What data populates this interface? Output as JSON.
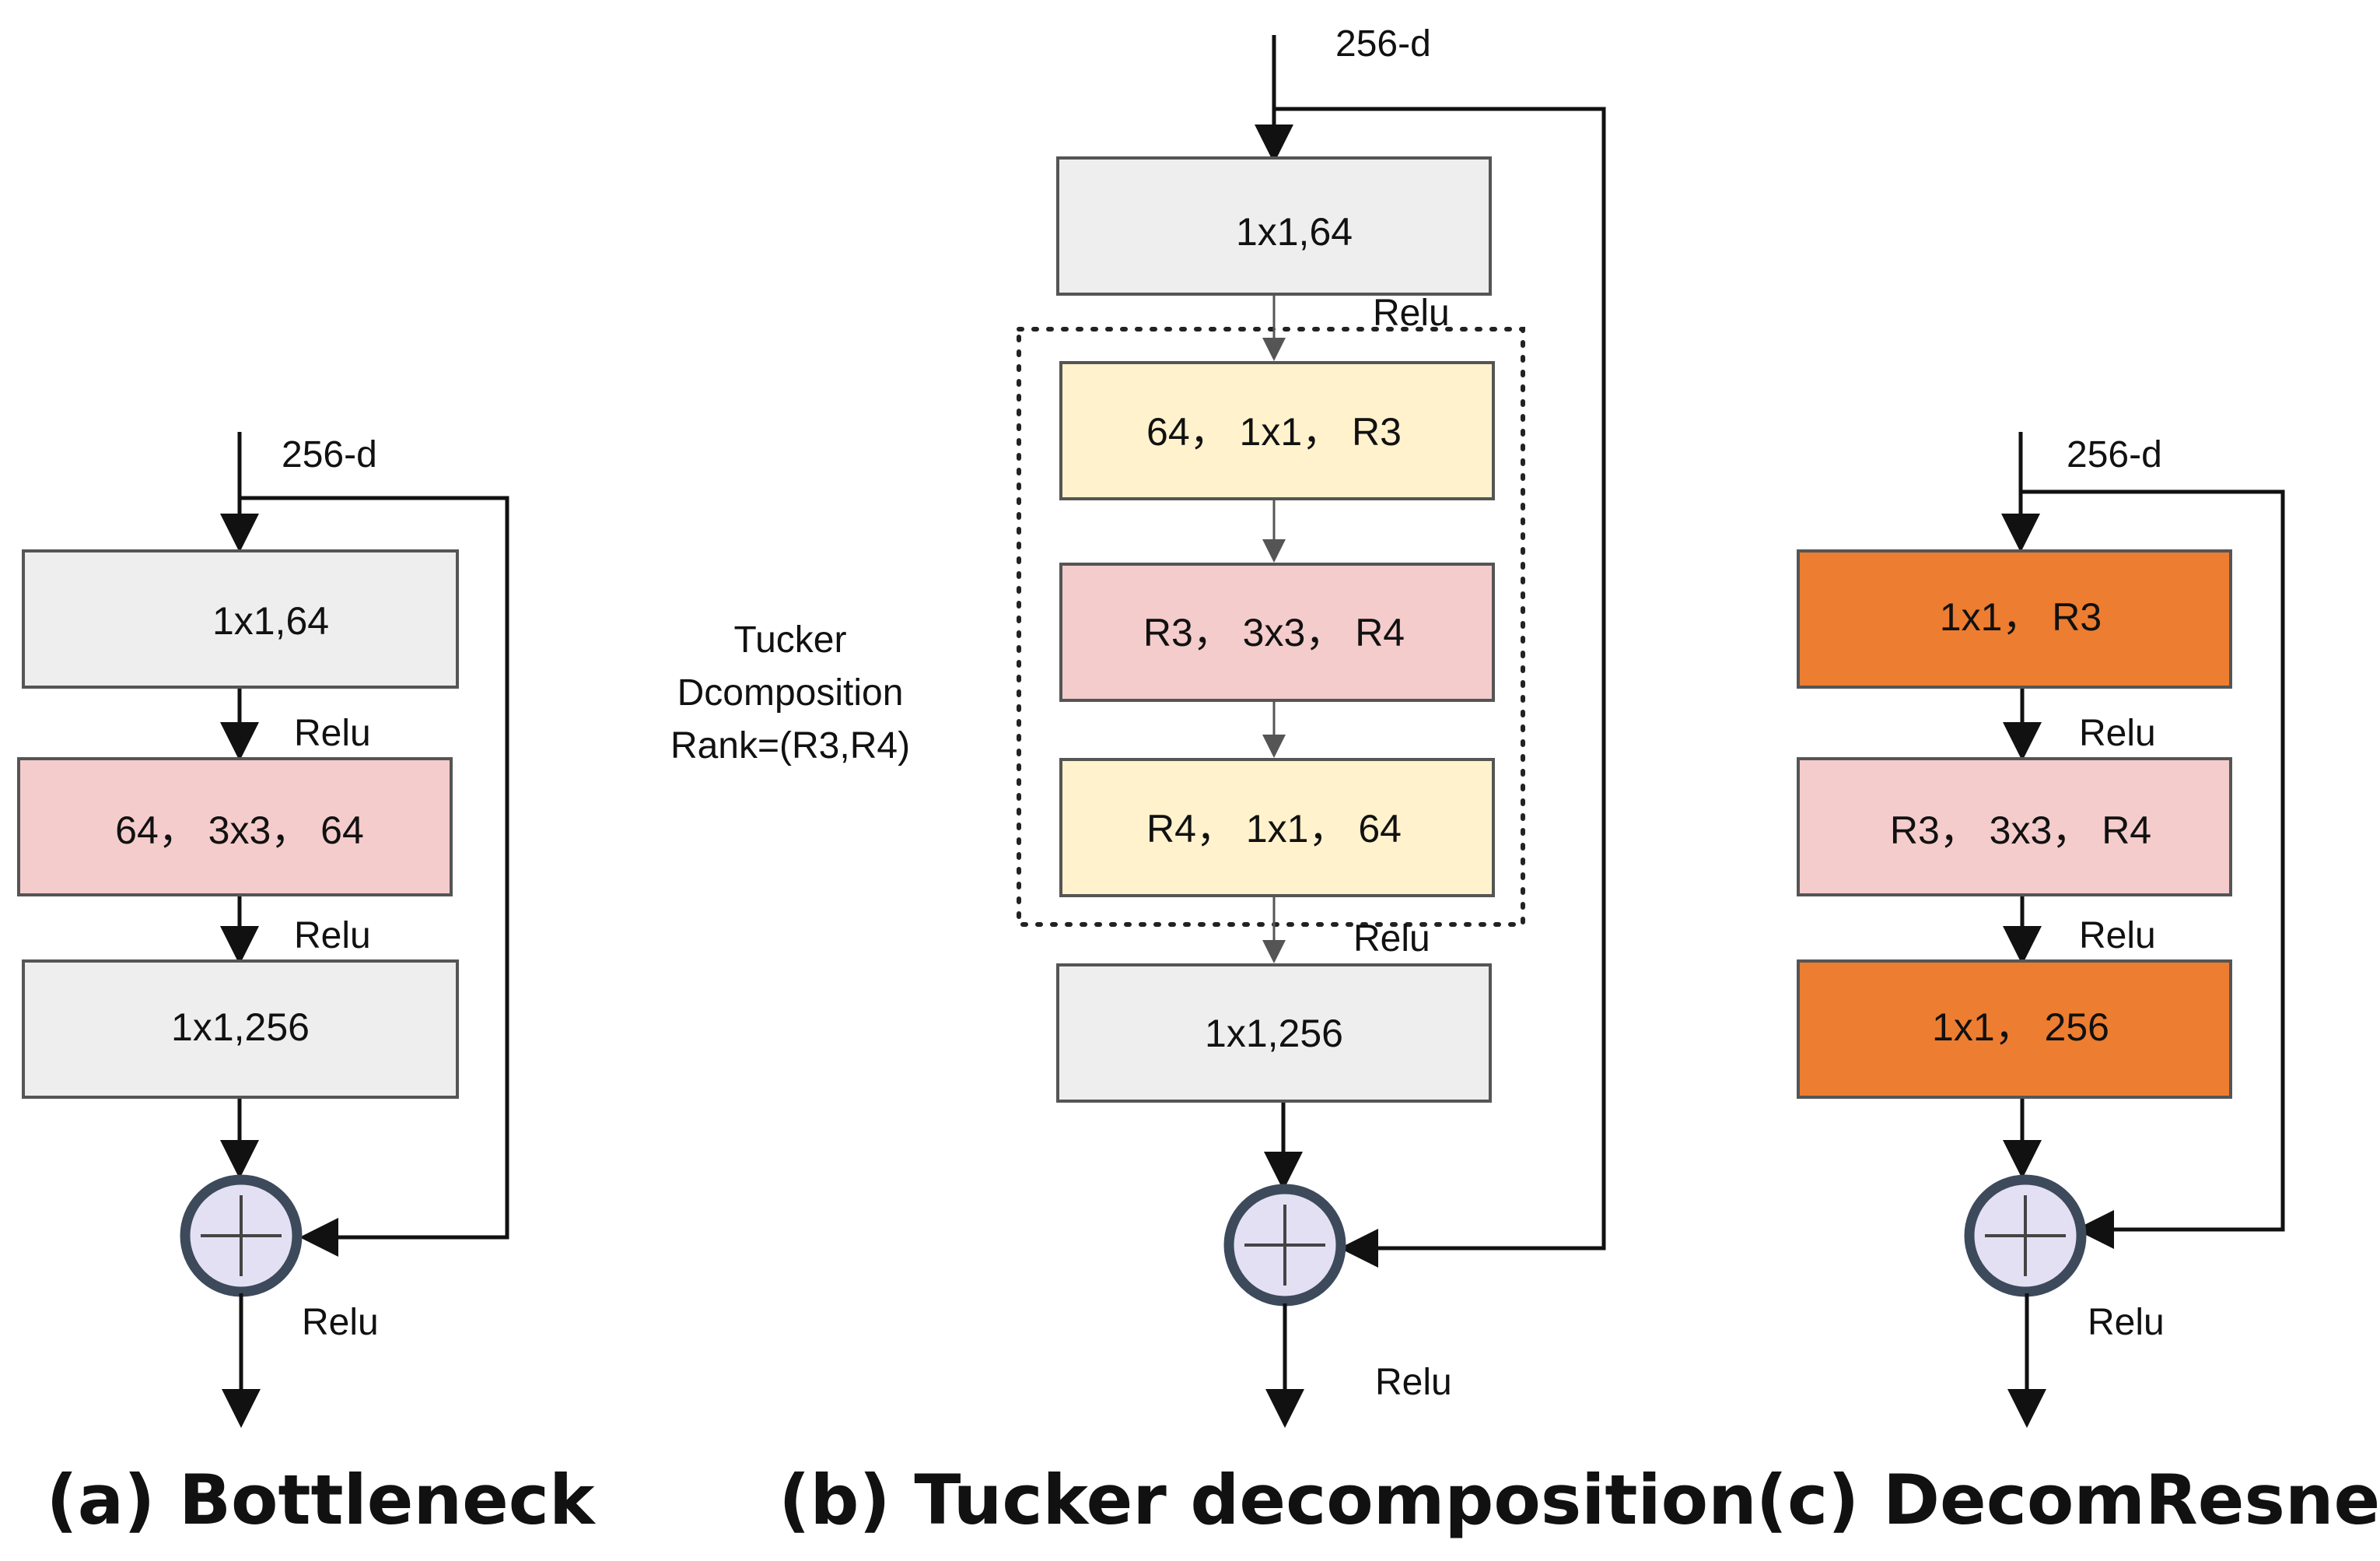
{
  "colors": {
    "gray_block": "#eeeeee",
    "pink_block": "#f4cccc",
    "yellow_block": "#fff2cc",
    "orange_block": "#ed7d31",
    "light_pink_block": "#f4cccc",
    "adder_fill": "#e4e0f4",
    "adder_ring": "#3d4a5c"
  },
  "panel_a": {
    "input_label": "256-d",
    "block1": "1x1,64",
    "relu1": "Relu",
    "block2": "64， 3x3， 64",
    "relu2": "Relu",
    "block3": "1x1,256",
    "relu_out": "Relu",
    "caption": "(a) Bottleneck"
  },
  "panel_b": {
    "input_label": "256-d",
    "block1": "1x1,64",
    "relu1": "Relu",
    "core1": "64， 1x1， R3",
    "core2": "R3， 3x3， R4",
    "core3": "R4， 1x1， 64",
    "relu2": "Relu",
    "block_last": "1x1,256",
    "relu_out": "Relu",
    "side_label": [
      "Tucker",
      "Dcomposition",
      "Rank=(R3,R4)"
    ],
    "caption": "(b) Tucker decomposition"
  },
  "panel_c": {
    "input_label": "256-d",
    "block1": "1x1， R3",
    "relu1": "Relu",
    "block2": "R3， 3x3， R4",
    "relu2": "Relu",
    "block3": "1x1， 256",
    "relu_out": "Relu",
    "caption": "(c) DecomResnet"
  }
}
